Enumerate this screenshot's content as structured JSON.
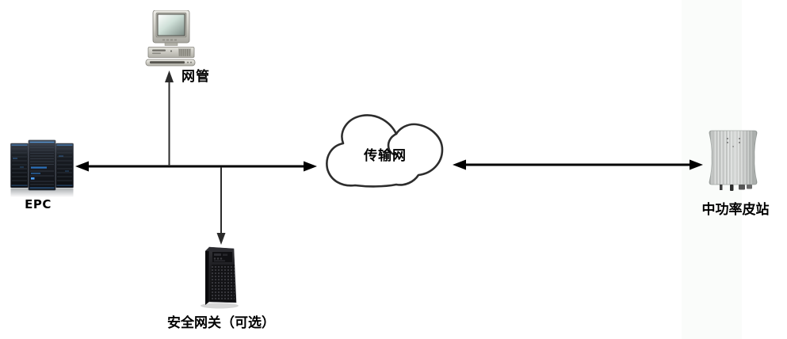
{
  "diagram": {
    "type": "network-topology",
    "background_color": "#ffffff",
    "right_band_color": "#fafcfa",
    "colors": {
      "arrow": "#000000",
      "thin_arrow": "#2b2b2b",
      "cloud_outline": "#2d2d2d",
      "label_text": "#000000"
    },
    "nodes": [
      {
        "id": "nms",
        "label": "网管",
        "icon": "desktop-computer-icon"
      },
      {
        "id": "epc",
        "label": "EPC",
        "icon": "server-rack-icon"
      },
      {
        "id": "transport-network",
        "label": "传输网",
        "icon": "cloud-icon"
      },
      {
        "id": "security-gateway",
        "label": "安全网关（可选）",
        "icon": "tower-server-icon"
      },
      {
        "id": "pico-station",
        "label": "中功率皮站",
        "icon": "outdoor-base-station-icon"
      }
    ],
    "links": [
      {
        "from": "epc",
        "to": "transport-network",
        "style": "double-headed-arrow"
      },
      {
        "from": "epc-transport-bus",
        "to": "nms",
        "style": "single-arrow-up"
      },
      {
        "from": "epc-transport-bus",
        "to": "security-gateway",
        "style": "single-arrow-down"
      },
      {
        "from": "transport-network",
        "to": "pico-station",
        "style": "double-headed-arrow"
      }
    ]
  }
}
